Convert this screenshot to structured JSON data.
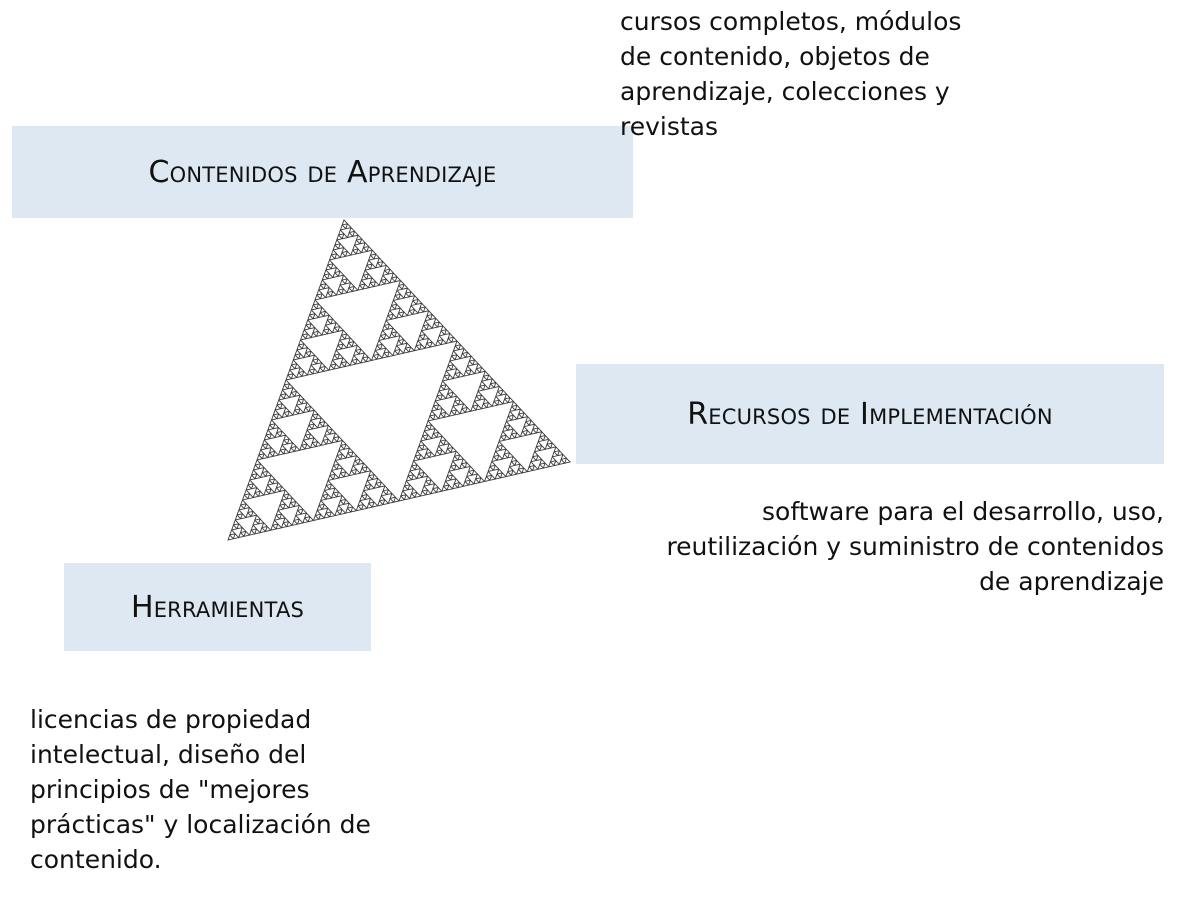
{
  "boxes": {
    "contenidos": "Contenidos de Aprendizaje",
    "recursos": "Recursos de Implementación",
    "herramientas": "Herramientas"
  },
  "descriptions": {
    "contenidos": "cursos completos, módulos\nde contenido, objetos de\naprendizaje, colecciones y\nrevistas",
    "recursos": "software para el desarrollo, uso,\nreutilización y suministro de contenidos\nde aprendizaje",
    "herramientas": "licencias de propiedad\nintelectual, diseño del\nprincipios de \"mejores\nprácticas\" y localización de\ncontenido."
  },
  "colors": {
    "box_fill": "#dde8f3",
    "text": "#111111",
    "fractal": "#3a3a3a"
  },
  "icons": {
    "fractal": "sierpinski-triangle-icon"
  }
}
